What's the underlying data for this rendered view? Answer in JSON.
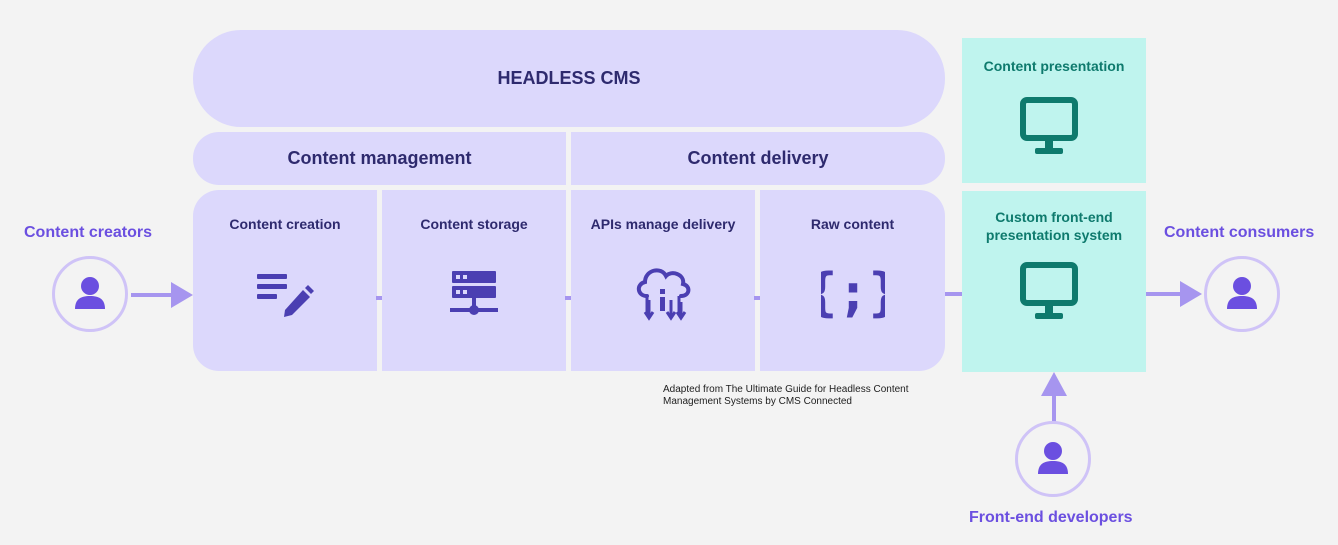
{
  "cms": {
    "title": "HEADLESS CMS",
    "management_label": "Content management",
    "delivery_label": "Content delivery",
    "cells": [
      {
        "label": "Content creation",
        "icon": "edit-text-icon"
      },
      {
        "label": "Content storage",
        "icon": "server-icon"
      },
      {
        "label": "APIs manage delivery",
        "icon": "cloud-api-icon"
      },
      {
        "label": "Raw content",
        "icon": "curly-braces-icon"
      }
    ]
  },
  "presentation": {
    "top_label": "Content presentation",
    "bottom_label_line1": "Custom front-end",
    "bottom_label_line2": "presentation system",
    "icon": "monitor-icon"
  },
  "actors": {
    "creators": "Content creators",
    "consumers": "Content consumers",
    "developers": "Front-end developers"
  },
  "attribution": {
    "line1": "Adapted from The Ultimate Guide for Headless Content",
    "line2": "Management Systems by CMS Connected"
  },
  "colors": {
    "purple_box": "#dcd8fc",
    "dark_text": "#2e2a6e",
    "accent_purple": "#6b4fe0",
    "arrow": "#a695ef",
    "teal_box": "#bff4ee",
    "teal_text": "#0e7a6d"
  }
}
